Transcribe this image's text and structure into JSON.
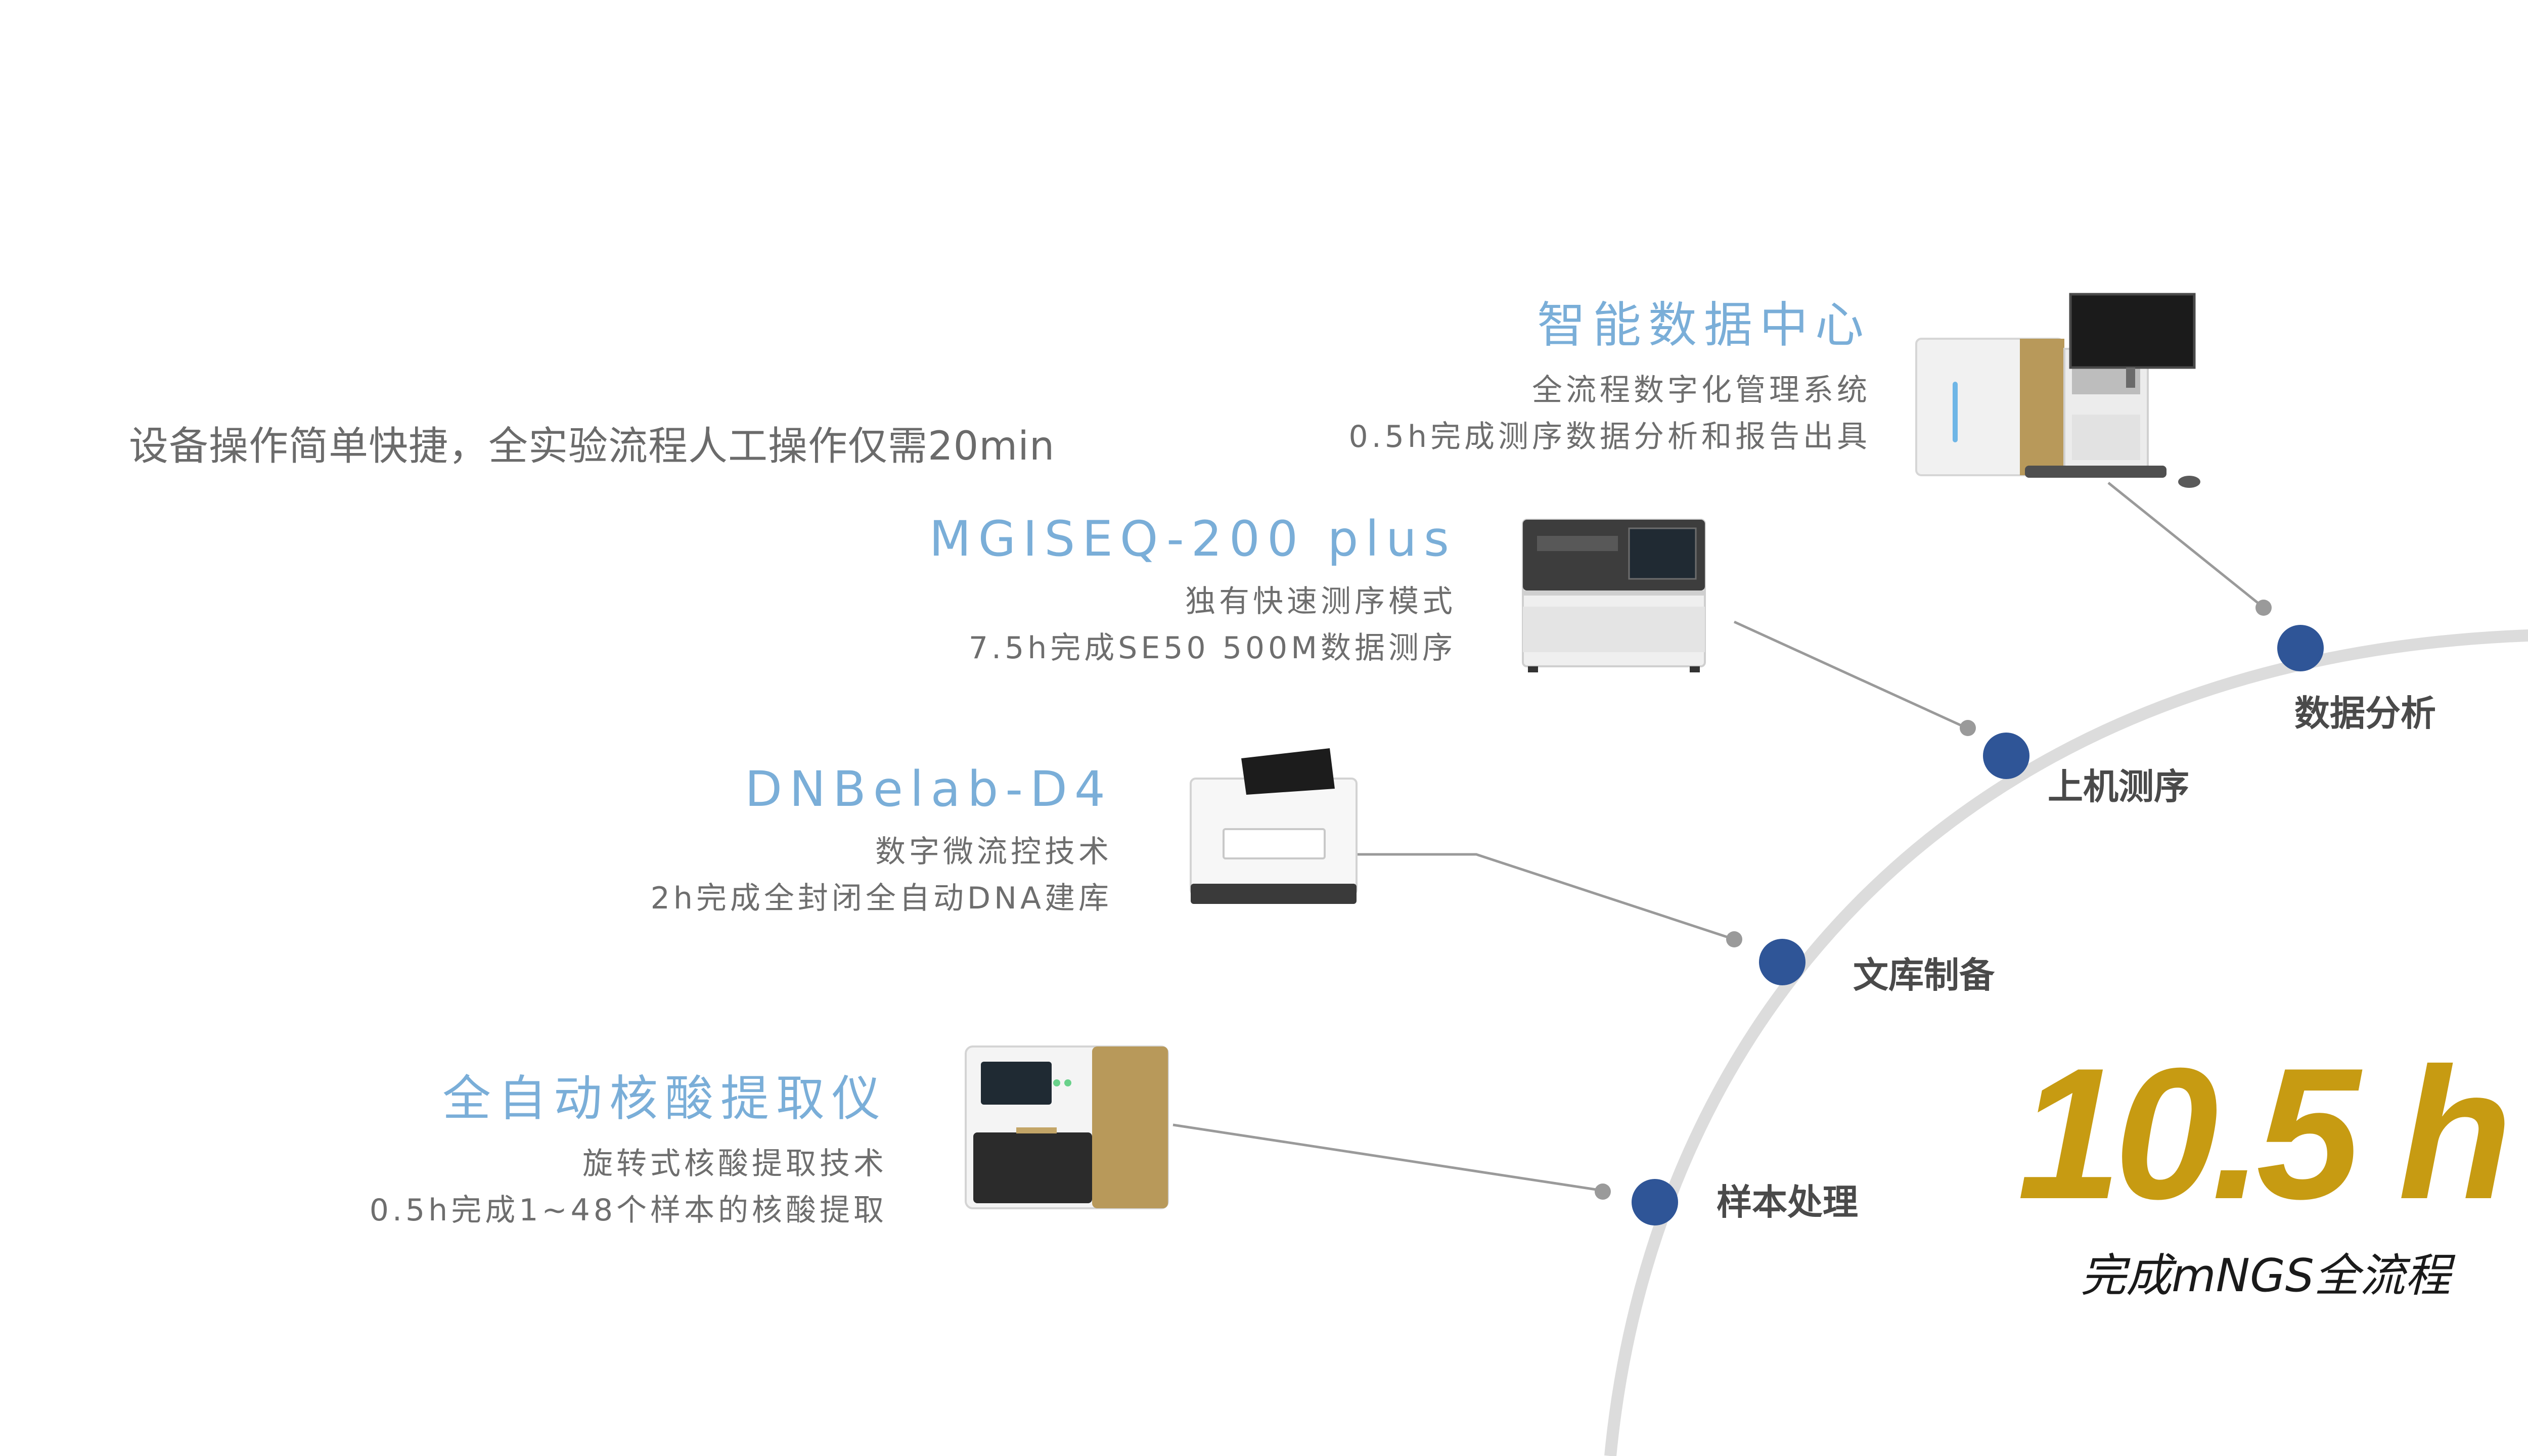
{
  "intro": "设备操作简单快捷，全实验流程人工操作仅需20min",
  "products": [
    {
      "title": "智能数据中心",
      "lines": [
        "全流程数字化管理系统",
        "0.5h完成测序数据分析和报告出具"
      ]
    },
    {
      "title": "MGISEQ-200 plus",
      "lines": [
        "独有快速测序模式",
        "7.5h完成SE50 500M数据测序"
      ]
    },
    {
      "title": "DNBelab-D4",
      "lines": [
        "数字微流控技术",
        "2h完成全封闭全自动DNA建库"
      ]
    },
    {
      "title": "全自动核酸提取仪",
      "lines": [
        "旋转式核酸提取技术",
        "0.5h完成1~48个样本的核酸提取"
      ]
    }
  ],
  "steps": [
    "数据分析",
    "上机测序",
    "文库制备",
    "样本处理"
  ],
  "total_time": "10.5 h",
  "total_caption": "完成mNGS全流程",
  "colors": {
    "accent_blue": "#7aaed8",
    "node_blue": "#2f5597",
    "gold": "#c79b12",
    "arc_gray": "#dcdcdc"
  }
}
